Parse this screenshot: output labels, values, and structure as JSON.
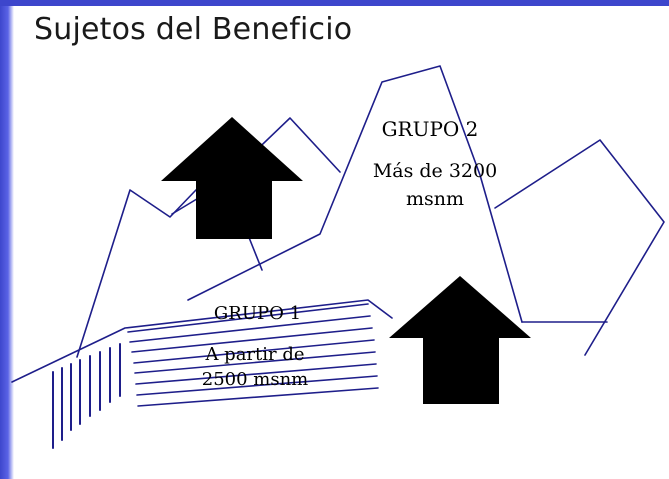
{
  "slide": {
    "title": "Sujetos del Beneficio",
    "group2": {
      "name": "GRUPO 2",
      "desc_line1": "Más de 3200",
      "desc_line2": "msnm"
    },
    "group1": {
      "name": "GRUPO 1",
      "desc_line1": "A partir de",
      "desc_line2": "2500 msnm"
    },
    "arrows": [
      {
        "name": "upper-left-arrow",
        "direction": "up"
      },
      {
        "name": "lower-right-arrow",
        "direction": "up"
      }
    ]
  },
  "colors": {
    "frame": "#4a52d6",
    "background": "#ffffff",
    "line": "#1e1e8a",
    "arrow": "#000000",
    "text": "#000000"
  }
}
